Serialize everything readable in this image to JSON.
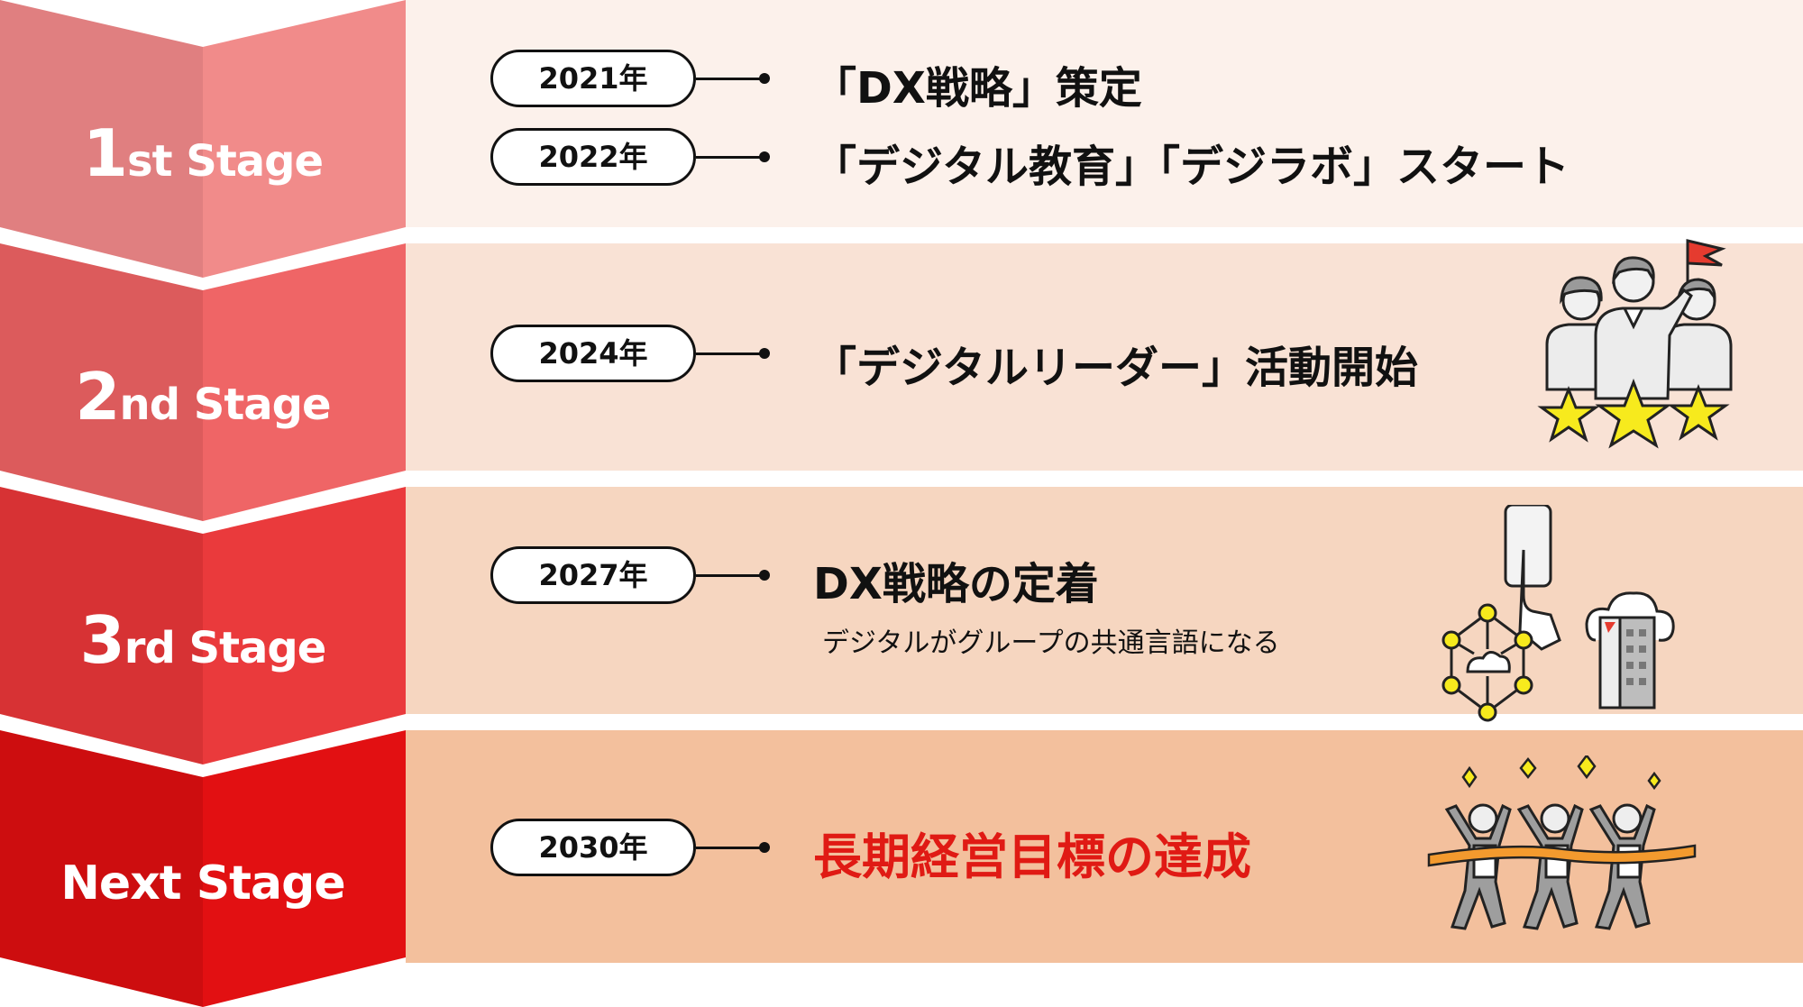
{
  "colors": {
    "band1": "#fcf1eb",
    "band2": "#f9e2d5",
    "band3": "#f6d6c0",
    "band4": "#f3c09d",
    "stage1": "#f18b8a",
    "stage2": "#ef6566",
    "stage3": "#ea3a3c",
    "stage4": "#e21012",
    "accent_red": "#e01a14"
  },
  "stages": [
    {
      "label_num": "1",
      "label_suffix": "st Stage",
      "events": [
        {
          "year": "2021年",
          "text": "「DX戦略」策定"
        },
        {
          "year": "2022年",
          "text": "「デジタル教育」「デジラボ」スタート"
        }
      ]
    },
    {
      "label_num": "2",
      "label_suffix": "nd Stage",
      "events": [
        {
          "year": "2024年",
          "text": "「デジタルリーダー」活動開始"
        }
      ],
      "icon": "team-leader-stars-icon"
    },
    {
      "label_num": "3",
      "label_suffix": "rd Stage",
      "events": [
        {
          "year": "2027年",
          "text": "DX戦略の定着",
          "subtext": "デジタルがグループの共通言語になる"
        }
      ],
      "icon": "digital-network-icon"
    },
    {
      "label": "Next Stage",
      "events": [
        {
          "year": "2030年",
          "text": "長期経営目標の達成"
        }
      ],
      "icon": "goal-runners-icon"
    }
  ]
}
